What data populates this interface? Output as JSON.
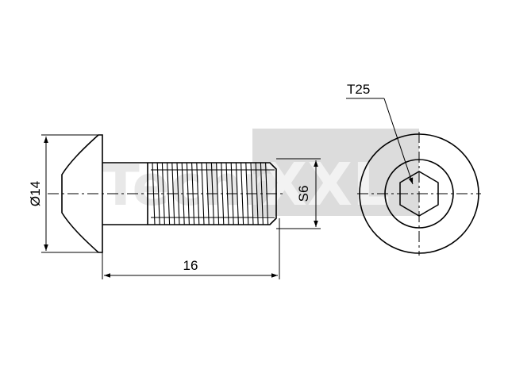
{
  "drawing": {
    "colors": {
      "line": "#000000",
      "background": "#ffffff",
      "watermark_block": "#d9d9d9",
      "watermark_text": "#e6e6e6"
    },
    "watermark": {
      "brand_prefix": "Techn",
      "brand_suffix": "XXL"
    },
    "dimensions": {
      "head_diameter": "Ø14",
      "length": "16",
      "thread_size": "S6",
      "drive": "T25"
    }
  }
}
